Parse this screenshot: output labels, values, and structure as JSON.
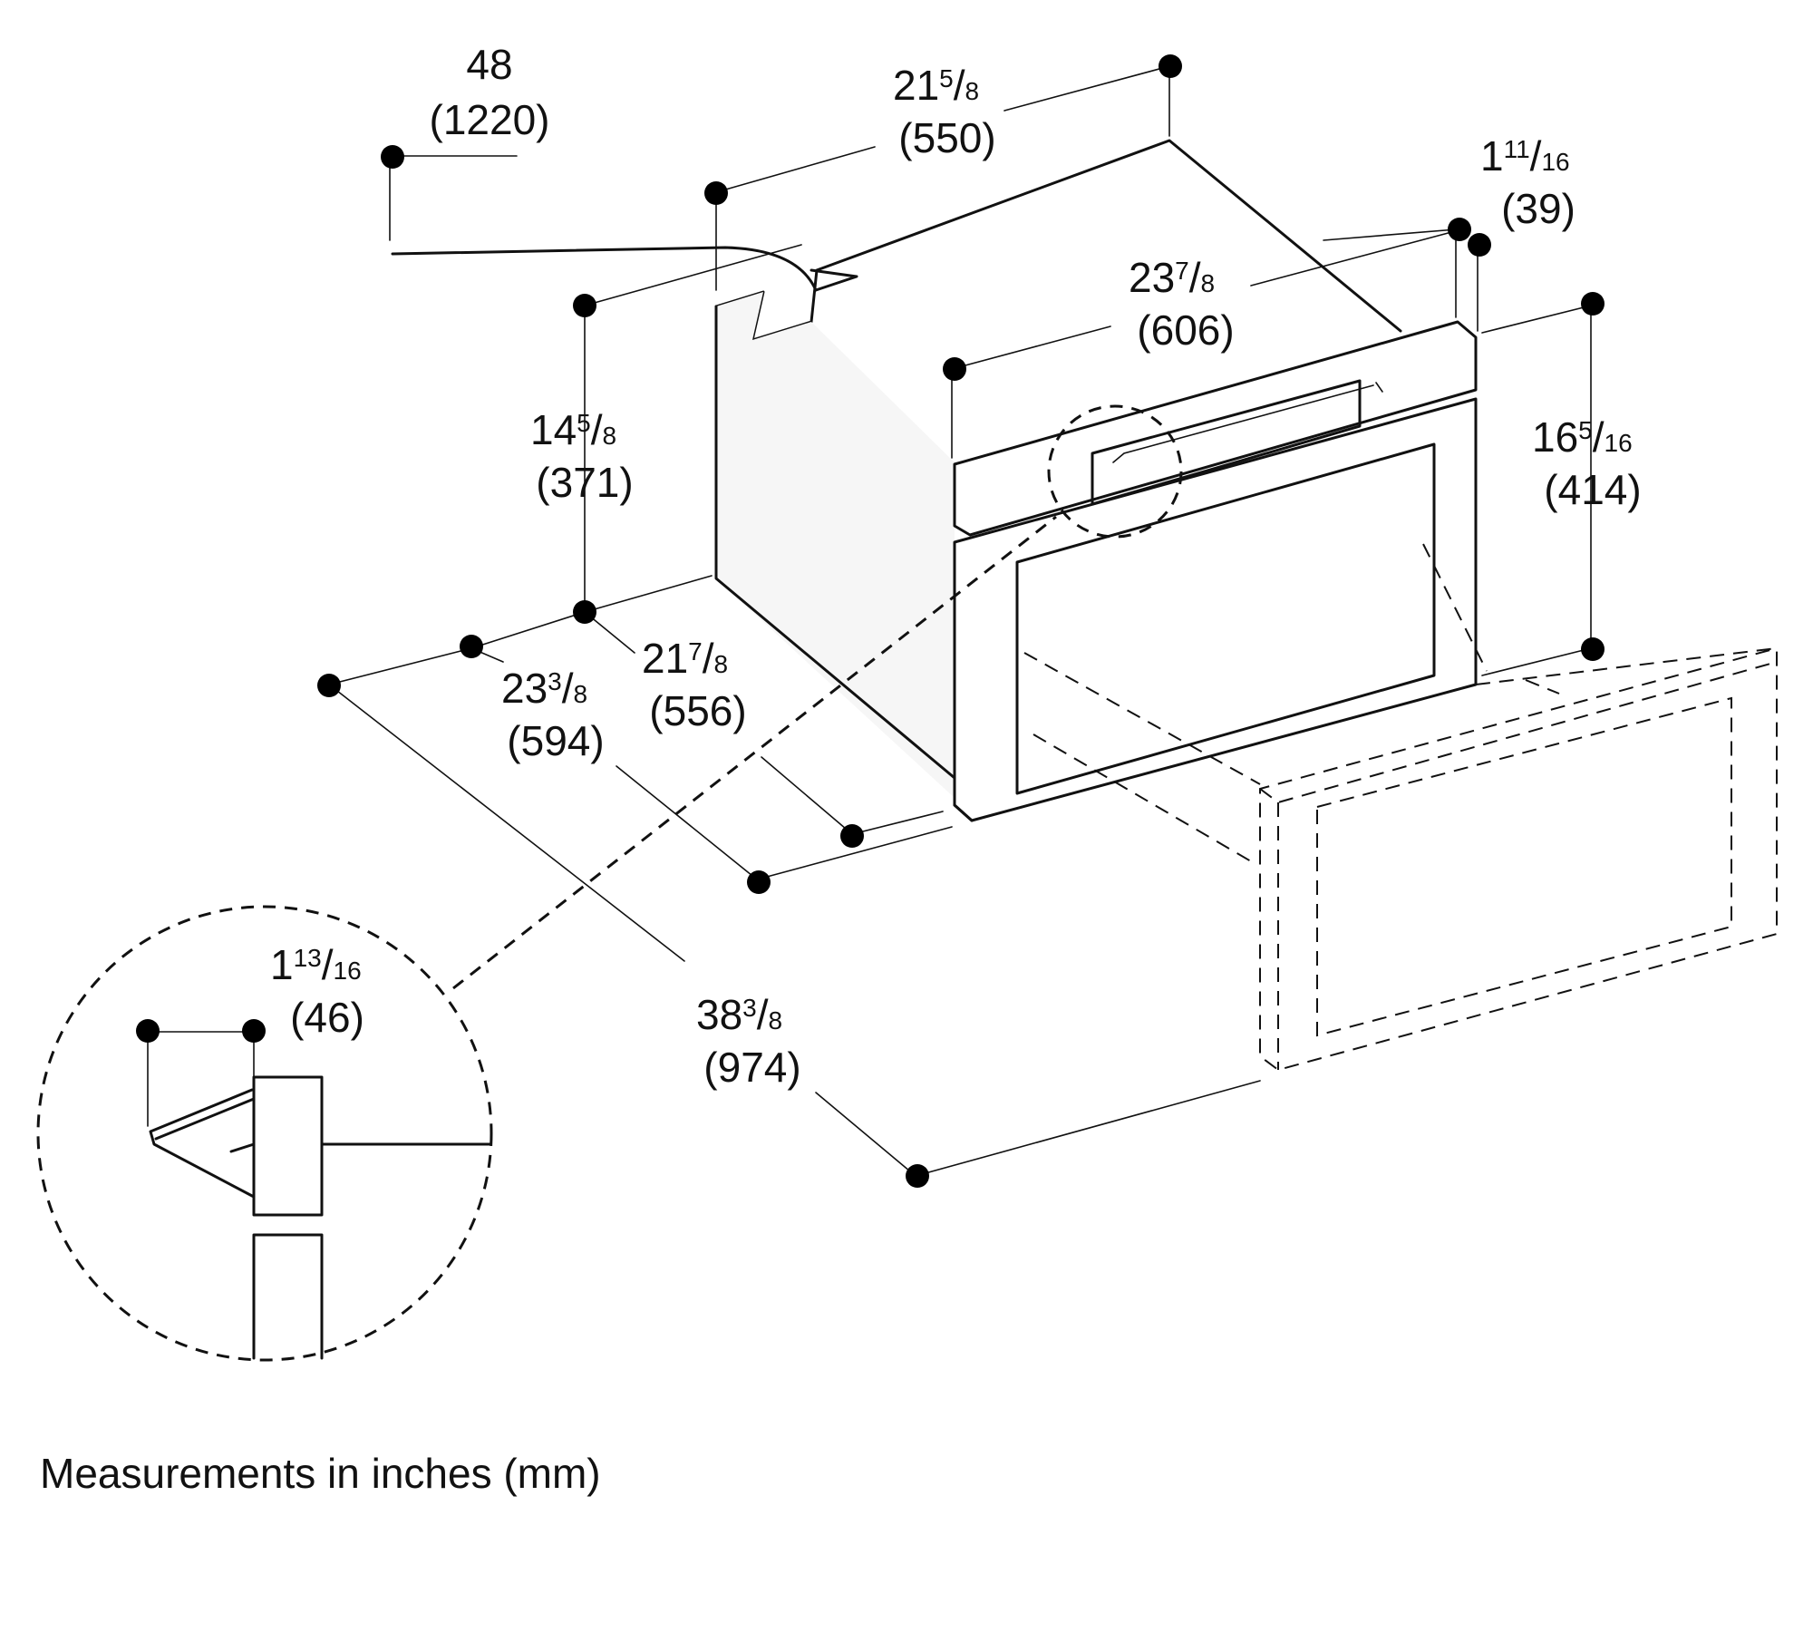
{
  "caption": "Measurements in inches (mm)",
  "dimensions": {
    "cord_length": {
      "whole": "48",
      "num": "",
      "den": "",
      "mm": "(1220)"
    },
    "top_depth": {
      "whole": "21",
      "num": "5",
      "den": "8",
      "mm": "(550)"
    },
    "front_panel_depth": {
      "whole": "1",
      "num": "11",
      "den": "16",
      "mm": "(39)"
    },
    "overall_width": {
      "whole": "23",
      "num": "7",
      "den": "8",
      "mm": "(606)"
    },
    "body_height": {
      "whole": "14",
      "num": "5",
      "den": "8",
      "mm": "(371)"
    },
    "overall_height": {
      "whole": "16",
      "num": "5",
      "den": "16",
      "mm": "(414)"
    },
    "total_depth": {
      "whole": "23",
      "num": "3",
      "den": "8",
      "mm": "(594)"
    },
    "body_depth": {
      "whole": "21",
      "num": "7",
      "den": "8",
      "mm": "(556)"
    },
    "depth_door_open": {
      "whole": "38",
      "num": "3",
      "den": "8",
      "mm": "(974)"
    },
    "detail_clearance": {
      "whole": "1",
      "num": "13",
      "den": "16",
      "mm": "(46)"
    }
  }
}
